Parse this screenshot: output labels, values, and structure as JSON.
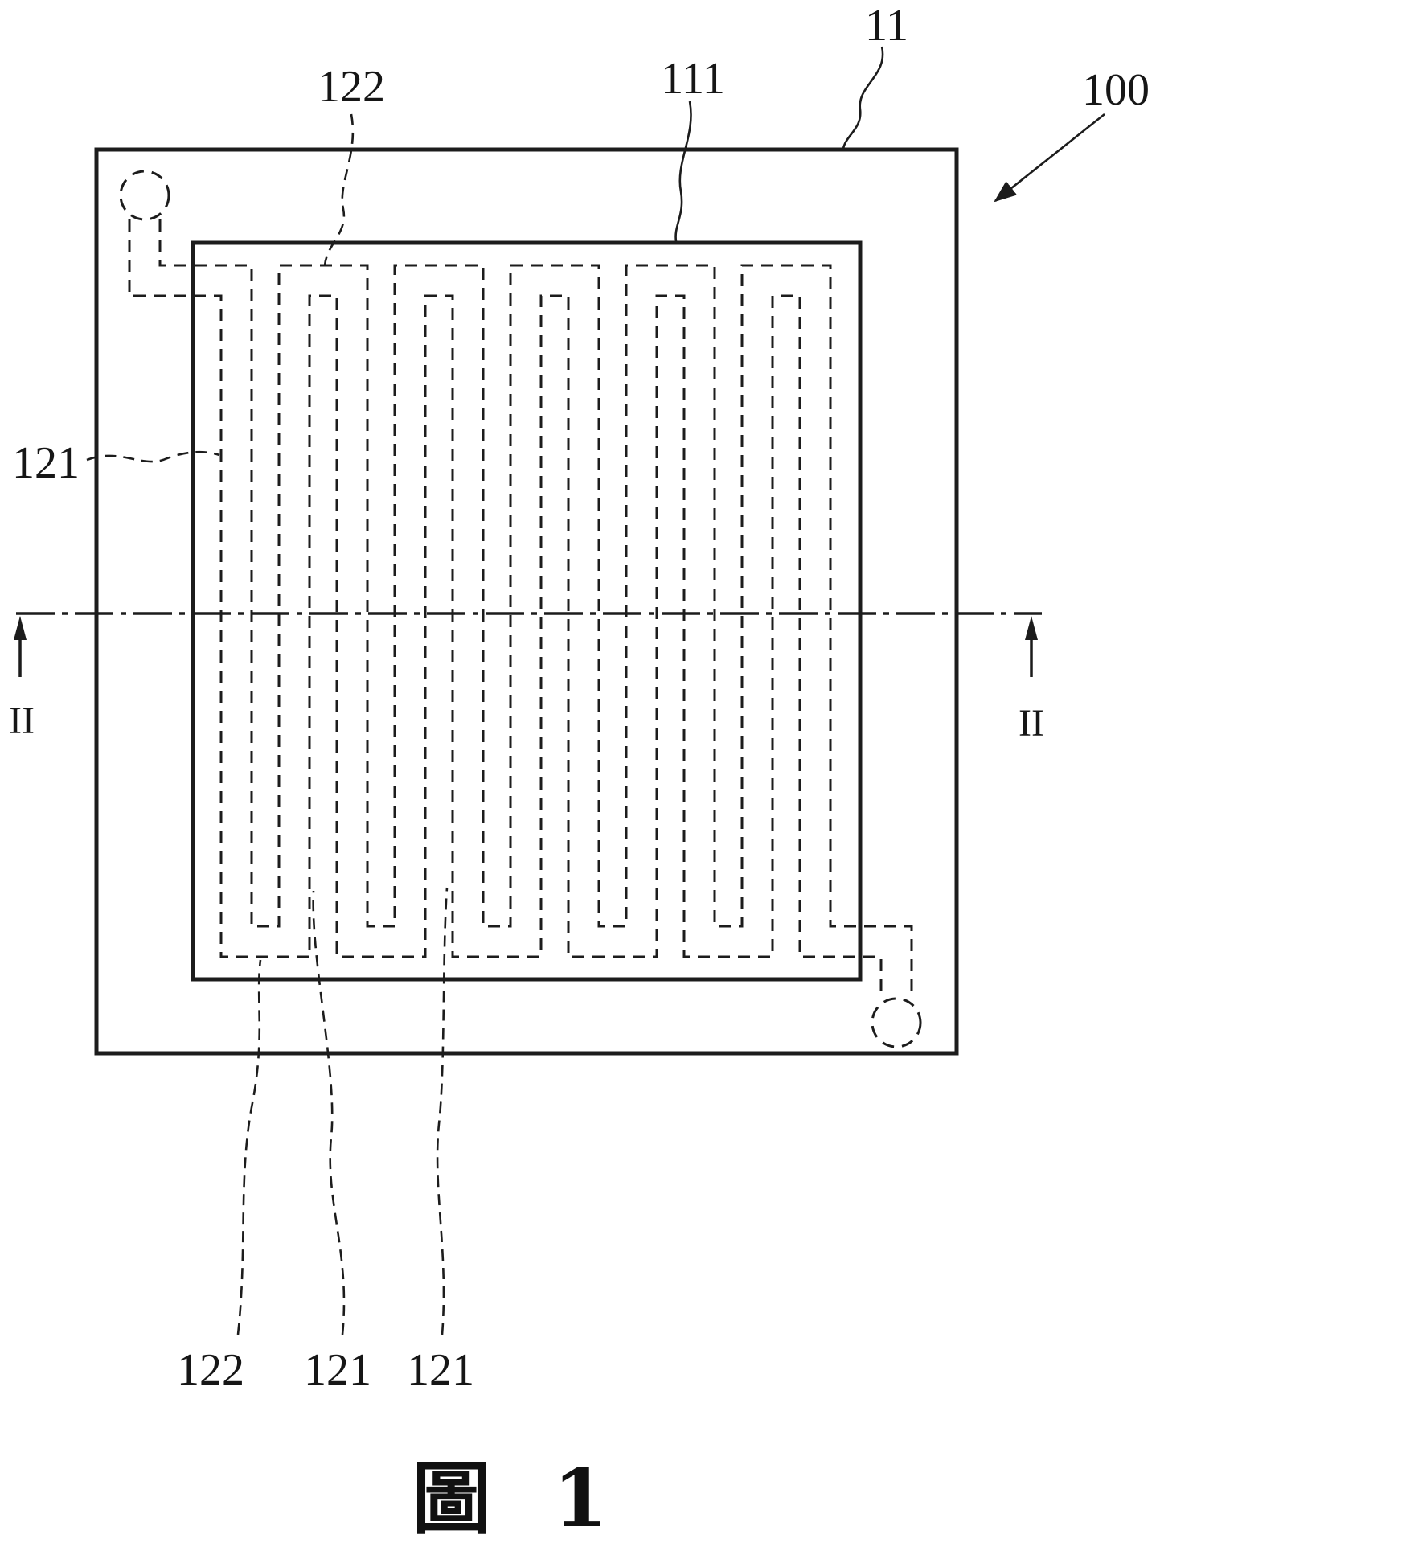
{
  "figure": {
    "caption": "圖 1",
    "section_marker": "II",
    "ink_color": "#1c1c1c",
    "background_color": "#ffffff",
    "refs": {
      "r122_top": "122",
      "r111": "111",
      "r11": "11",
      "r100": "100",
      "r121_left": "121",
      "r122_bottom": "122",
      "r121_bottom_a": "121",
      "r121_bottom_b": "121"
    }
  }
}
